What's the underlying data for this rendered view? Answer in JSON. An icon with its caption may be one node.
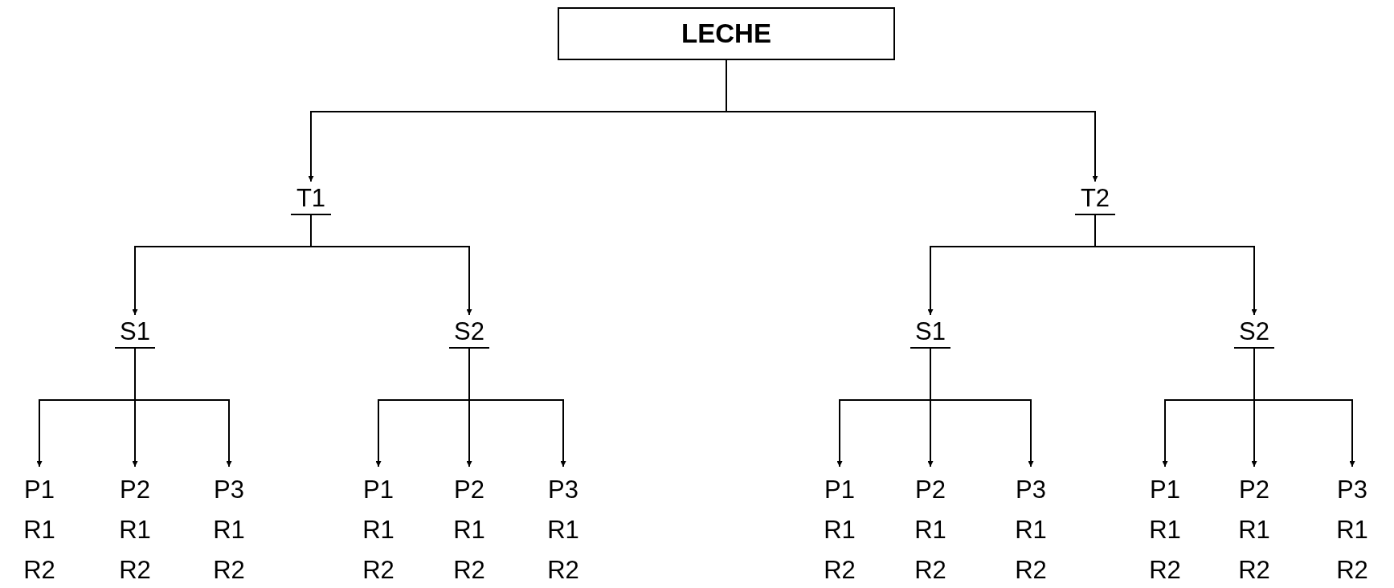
{
  "diagram": {
    "nodes": [
      {
        "text": [
          "LECHE"
        ]
      },
      {
        "text": [
          "T1"
        ]
      },
      {
        "text": [
          "T2"
        ]
      },
      {
        "text": [
          "S1"
        ]
      },
      {
        "text": [
          "S2"
        ]
      },
      {
        "text": [
          "S1"
        ]
      },
      {
        "text": [
          "S2"
        ]
      },
      {
        "text": [
          "P1",
          "R1",
          "R2"
        ]
      },
      {
        "text": [
          "P2",
          "R1",
          "R2"
        ]
      },
      {
        "text": [
          "P3",
          "R1",
          "R2"
        ]
      },
      {
        "text": [
          "P1",
          "R1",
          "R2"
        ]
      },
      {
        "text": [
          "P2",
          "R1",
          "R2"
        ]
      },
      {
        "text": [
          "P3",
          "R1",
          "R2"
        ]
      },
      {
        "text": [
          "P1",
          "R1",
          "R2"
        ]
      },
      {
        "text": [
          "P2",
          "R1",
          "R2"
        ]
      },
      {
        "text": [
          "P3",
          "R1",
          "R2"
        ]
      },
      {
        "text": [
          "P1",
          "R1",
          "R2"
        ]
      },
      {
        "text": [
          "P2",
          "R1",
          "R2"
        ]
      },
      {
        "text": [
          "P3",
          "R1",
          "R2"
        ]
      }
    ],
    "edges": [
      {
        "from": 0,
        "to": 1,
        "arrow": "to"
      },
      {
        "from": 0,
        "to": 2,
        "arrow": "to"
      },
      {
        "from": 1,
        "to": 3,
        "arrow": "to"
      },
      {
        "from": 1,
        "to": 4,
        "arrow": "to"
      },
      {
        "from": 2,
        "to": 5,
        "arrow": "to"
      },
      {
        "from": 2,
        "to": 6,
        "arrow": "to"
      },
      {
        "from": 3,
        "to": 7,
        "arrow": "to"
      },
      {
        "from": 3,
        "to": 8,
        "arrow": "to"
      },
      {
        "from": 3,
        "to": 9,
        "arrow": "to"
      },
      {
        "from": 4,
        "to": 10,
        "arrow": "to"
      },
      {
        "from": 4,
        "to": 11,
        "arrow": "to"
      },
      {
        "from": 4,
        "to": 12,
        "arrow": "to"
      },
      {
        "from": 5,
        "to": 13,
        "arrow": "to"
      },
      {
        "from": 5,
        "to": 14,
        "arrow": "to"
      },
      {
        "from": 5,
        "to": 15,
        "arrow": "to"
      },
      {
        "from": 6,
        "to": 16,
        "arrow": "to"
      },
      {
        "from": 6,
        "to": 17,
        "arrow": "to"
      },
      {
        "from": 6,
        "to": 18,
        "arrow": "to"
      }
    ]
  }
}
